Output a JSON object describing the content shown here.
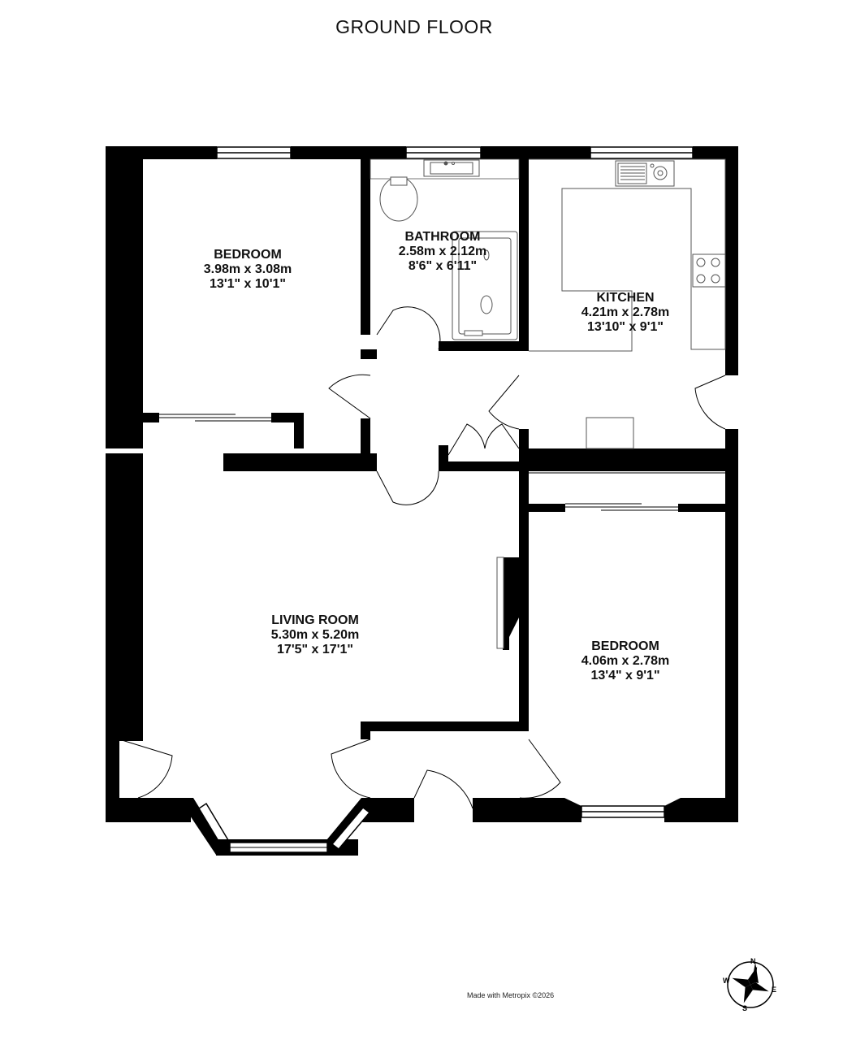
{
  "floor_title": "GROUND FLOOR",
  "rooms": [
    {
      "name": "BEDROOM",
      "metric": "3.98m  x 3.08m",
      "imperial": "13'1\"  x 10'1\""
    },
    {
      "name": "BATHROOM",
      "metric": "2.58m  x 2.12m",
      "imperial": "8'6\"  x 6'11\""
    },
    {
      "name": "KITCHEN",
      "metric": "4.21m  x 2.78m",
      "imperial": "13'10\"  x 9'1\""
    },
    {
      "name": "LIVING ROOM",
      "metric": "5.30m  x 5.20m",
      "imperial": "17'5\"  x 17'1\""
    },
    {
      "name": "BEDROOM",
      "metric": "4.06m  x 2.78m",
      "imperial": "13'4\"  x 9'1\""
    }
  ],
  "compass": {
    "n": "N",
    "e": "E",
    "s": "S",
    "w": "W"
  },
  "credit": "Made with Metropix ©2026",
  "colors": {
    "wall": "#000000",
    "fixture": "#555555"
  }
}
